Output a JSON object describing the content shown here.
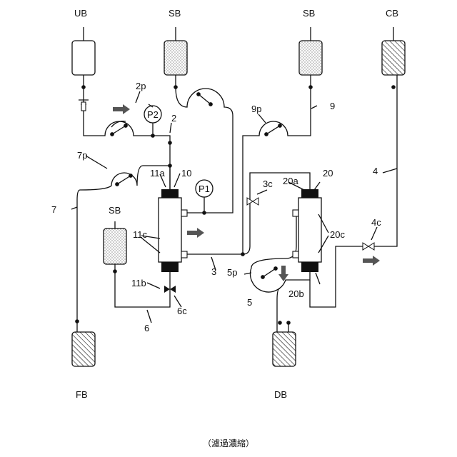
{
  "labels": {
    "ub": "UB",
    "sb_left": "SB",
    "sb_mid": "SB",
    "sb_right": "SB",
    "cb": "CB",
    "fb": "FB",
    "db": "DB",
    "l_2p": "2p",
    "l_p2": "P2",
    "l_2": "2",
    "l_9p": "9p",
    "l_9": "9",
    "l_7p": "7p",
    "l_7": "7",
    "l_11a": "11a",
    "l_10": "10",
    "l_p1": "P1",
    "l_11c": "11c",
    "l_11b": "11b",
    "l_6c": "6c",
    "l_6": "6",
    "l_3": "3",
    "l_3c": "3c",
    "l_20a": "20a",
    "l_20": "20",
    "l_20c": "20c",
    "l_5p": "5p",
    "l_5": "5",
    "l_20b": "20b",
    "l_4": "4",
    "l_4c": "4c"
  },
  "caption": "（濾過濃縮）"
}
